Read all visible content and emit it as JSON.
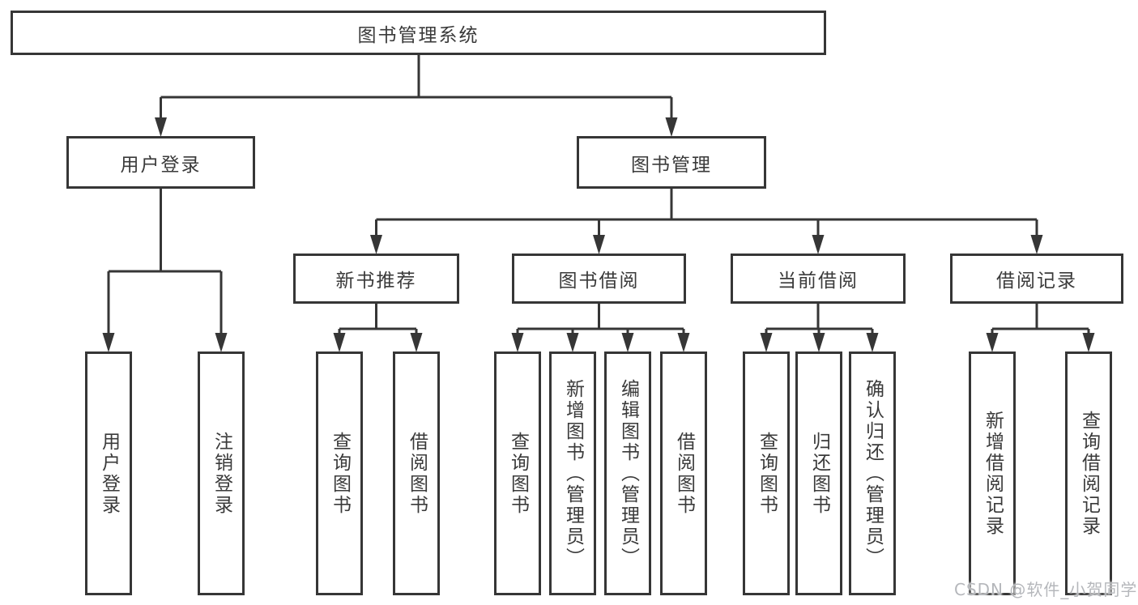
{
  "diagram": {
    "root": {
      "label": "图书管理系统"
    },
    "branches": [
      {
        "label": "用户登录",
        "children": [
          "用户登录",
          "注销登录"
        ]
      },
      {
        "label": "图书管理",
        "sections": [
          {
            "label": "新书推荐",
            "children": [
              "查询图书",
              "借阅图书"
            ]
          },
          {
            "label": "图书借阅",
            "children": [
              "查询图书",
              "新增图书（管理员）",
              "编辑图书（管理员）",
              "借阅图书"
            ]
          },
          {
            "label": "当前借阅",
            "children": [
              "查询图书",
              "归还图书",
              "确认归还（管理员）"
            ]
          },
          {
            "label": "借阅记录",
            "children": [
              "新增借阅记录",
              "查询借阅记录"
            ]
          }
        ]
      }
    ]
  },
  "watermark": "CSDN @软件_小贺同学",
  "colors": {
    "line": "#363636",
    "text": "#3a3a3a",
    "background": "#ffffff",
    "watermark": "#b5b7bb"
  }
}
